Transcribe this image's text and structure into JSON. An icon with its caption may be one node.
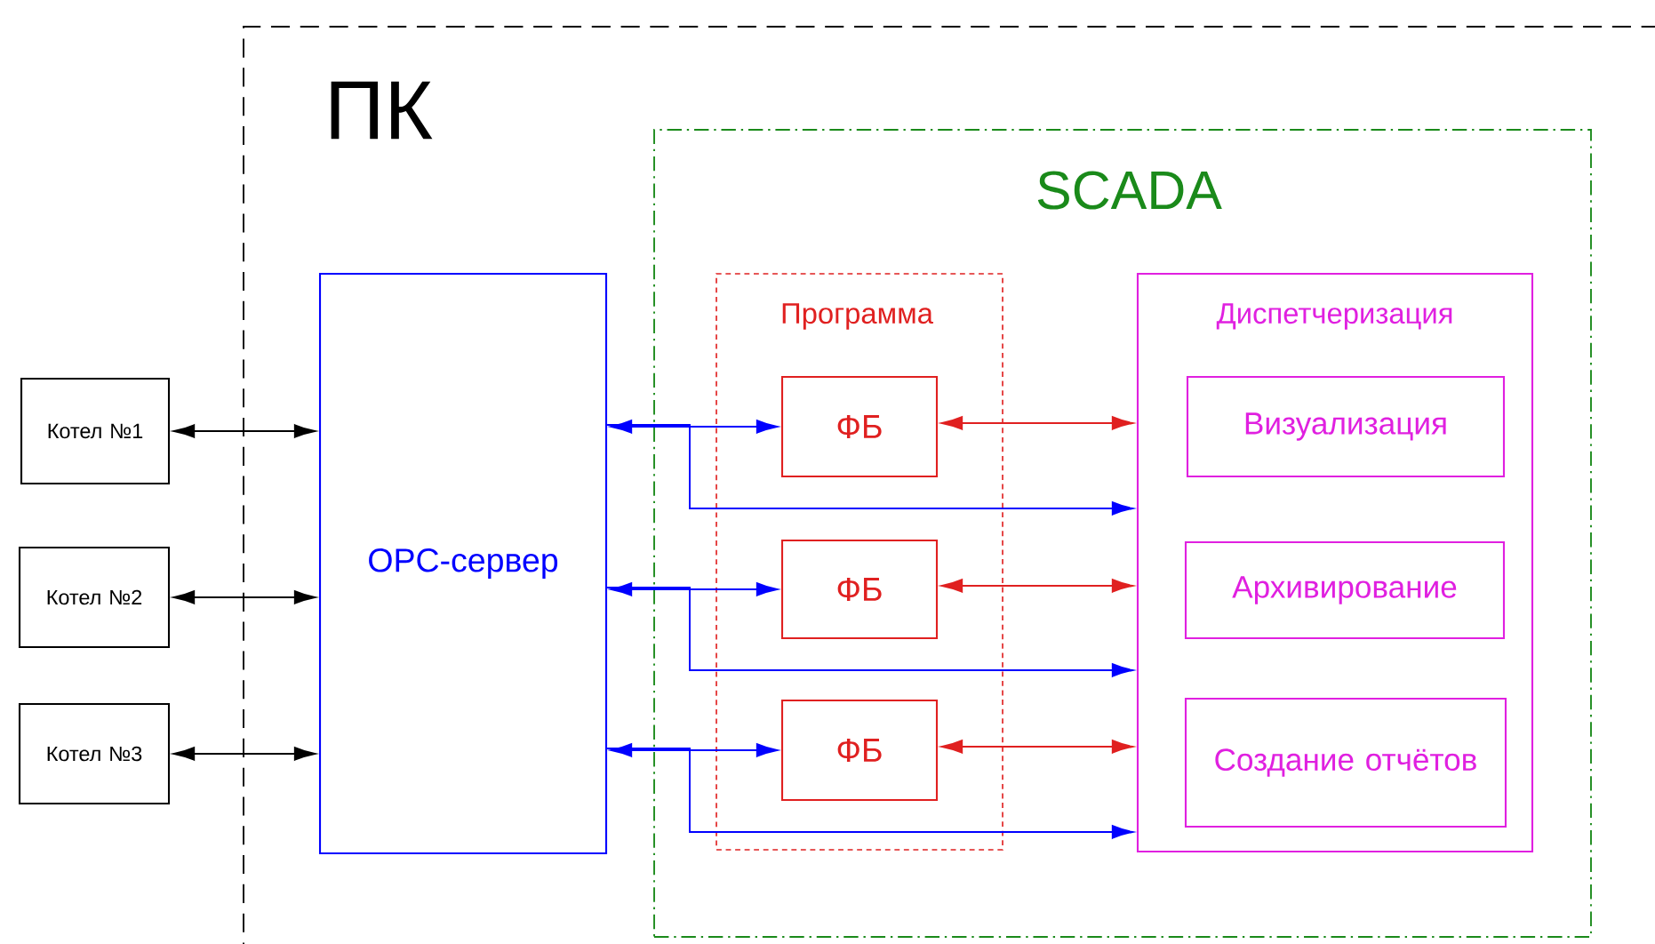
{
  "diagram": {
    "nodes": [
      {
        "text": [
          "ПК"
        ]
      },
      {
        "text": [
          "SCADA"
        ],
        "in": 0
      },
      {
        "text": [
          "Котел №1"
        ]
      },
      {
        "text": [
          "Котел №2"
        ]
      },
      {
        "text": [
          "Котел №3"
        ]
      },
      {
        "text": [
          "OPC-сервер"
        ],
        "in": 0
      },
      {
        "text": [
          "Программа"
        ],
        "in": 1
      },
      {
        "text": [
          "ФБ"
        ],
        "in": 6
      },
      {
        "text": [
          "ФБ"
        ],
        "in": 6
      },
      {
        "text": [
          "ФБ"
        ],
        "in": 6
      },
      {
        "text": [
          "Диспетчеризация"
        ],
        "in": 1
      },
      {
        "text": [
          "Визуализация"
        ],
        "in": 10
      },
      {
        "text": [
          "Архивирование"
        ],
        "in": 10
      },
      {
        "text": [
          "Создание отчётов"
        ],
        "in": 10
      }
    ],
    "edges": [
      {
        "from": 2,
        "to": 5,
        "arrow": "both",
        "color": "#000000"
      },
      {
        "from": 3,
        "to": 5,
        "arrow": "both",
        "color": "#000000"
      },
      {
        "from": 4,
        "to": 5,
        "arrow": "both",
        "color": "#000000"
      },
      {
        "from": 5,
        "to": 7,
        "arrow": "both",
        "color": "#0000ff"
      },
      {
        "from": 5,
        "to": 10,
        "arrow": "to",
        "color": "#0000ff"
      },
      {
        "from": 5,
        "to": 8,
        "arrow": "both",
        "color": "#0000ff"
      },
      {
        "from": 5,
        "to": 10,
        "arrow": "to",
        "color": "#0000ff"
      },
      {
        "from": 5,
        "to": 9,
        "arrow": "both",
        "color": "#0000ff"
      },
      {
        "from": 5,
        "to": 10,
        "arrow": "to",
        "color": "#0000ff"
      },
      {
        "from": 7,
        "to": 10,
        "arrow": "both",
        "color": "#e02020"
      },
      {
        "from": 8,
        "to": 10,
        "arrow": "both",
        "color": "#e02020"
      },
      {
        "from": 9,
        "to": 10,
        "arrow": "both",
        "color": "#e02020"
      }
    ]
  }
}
